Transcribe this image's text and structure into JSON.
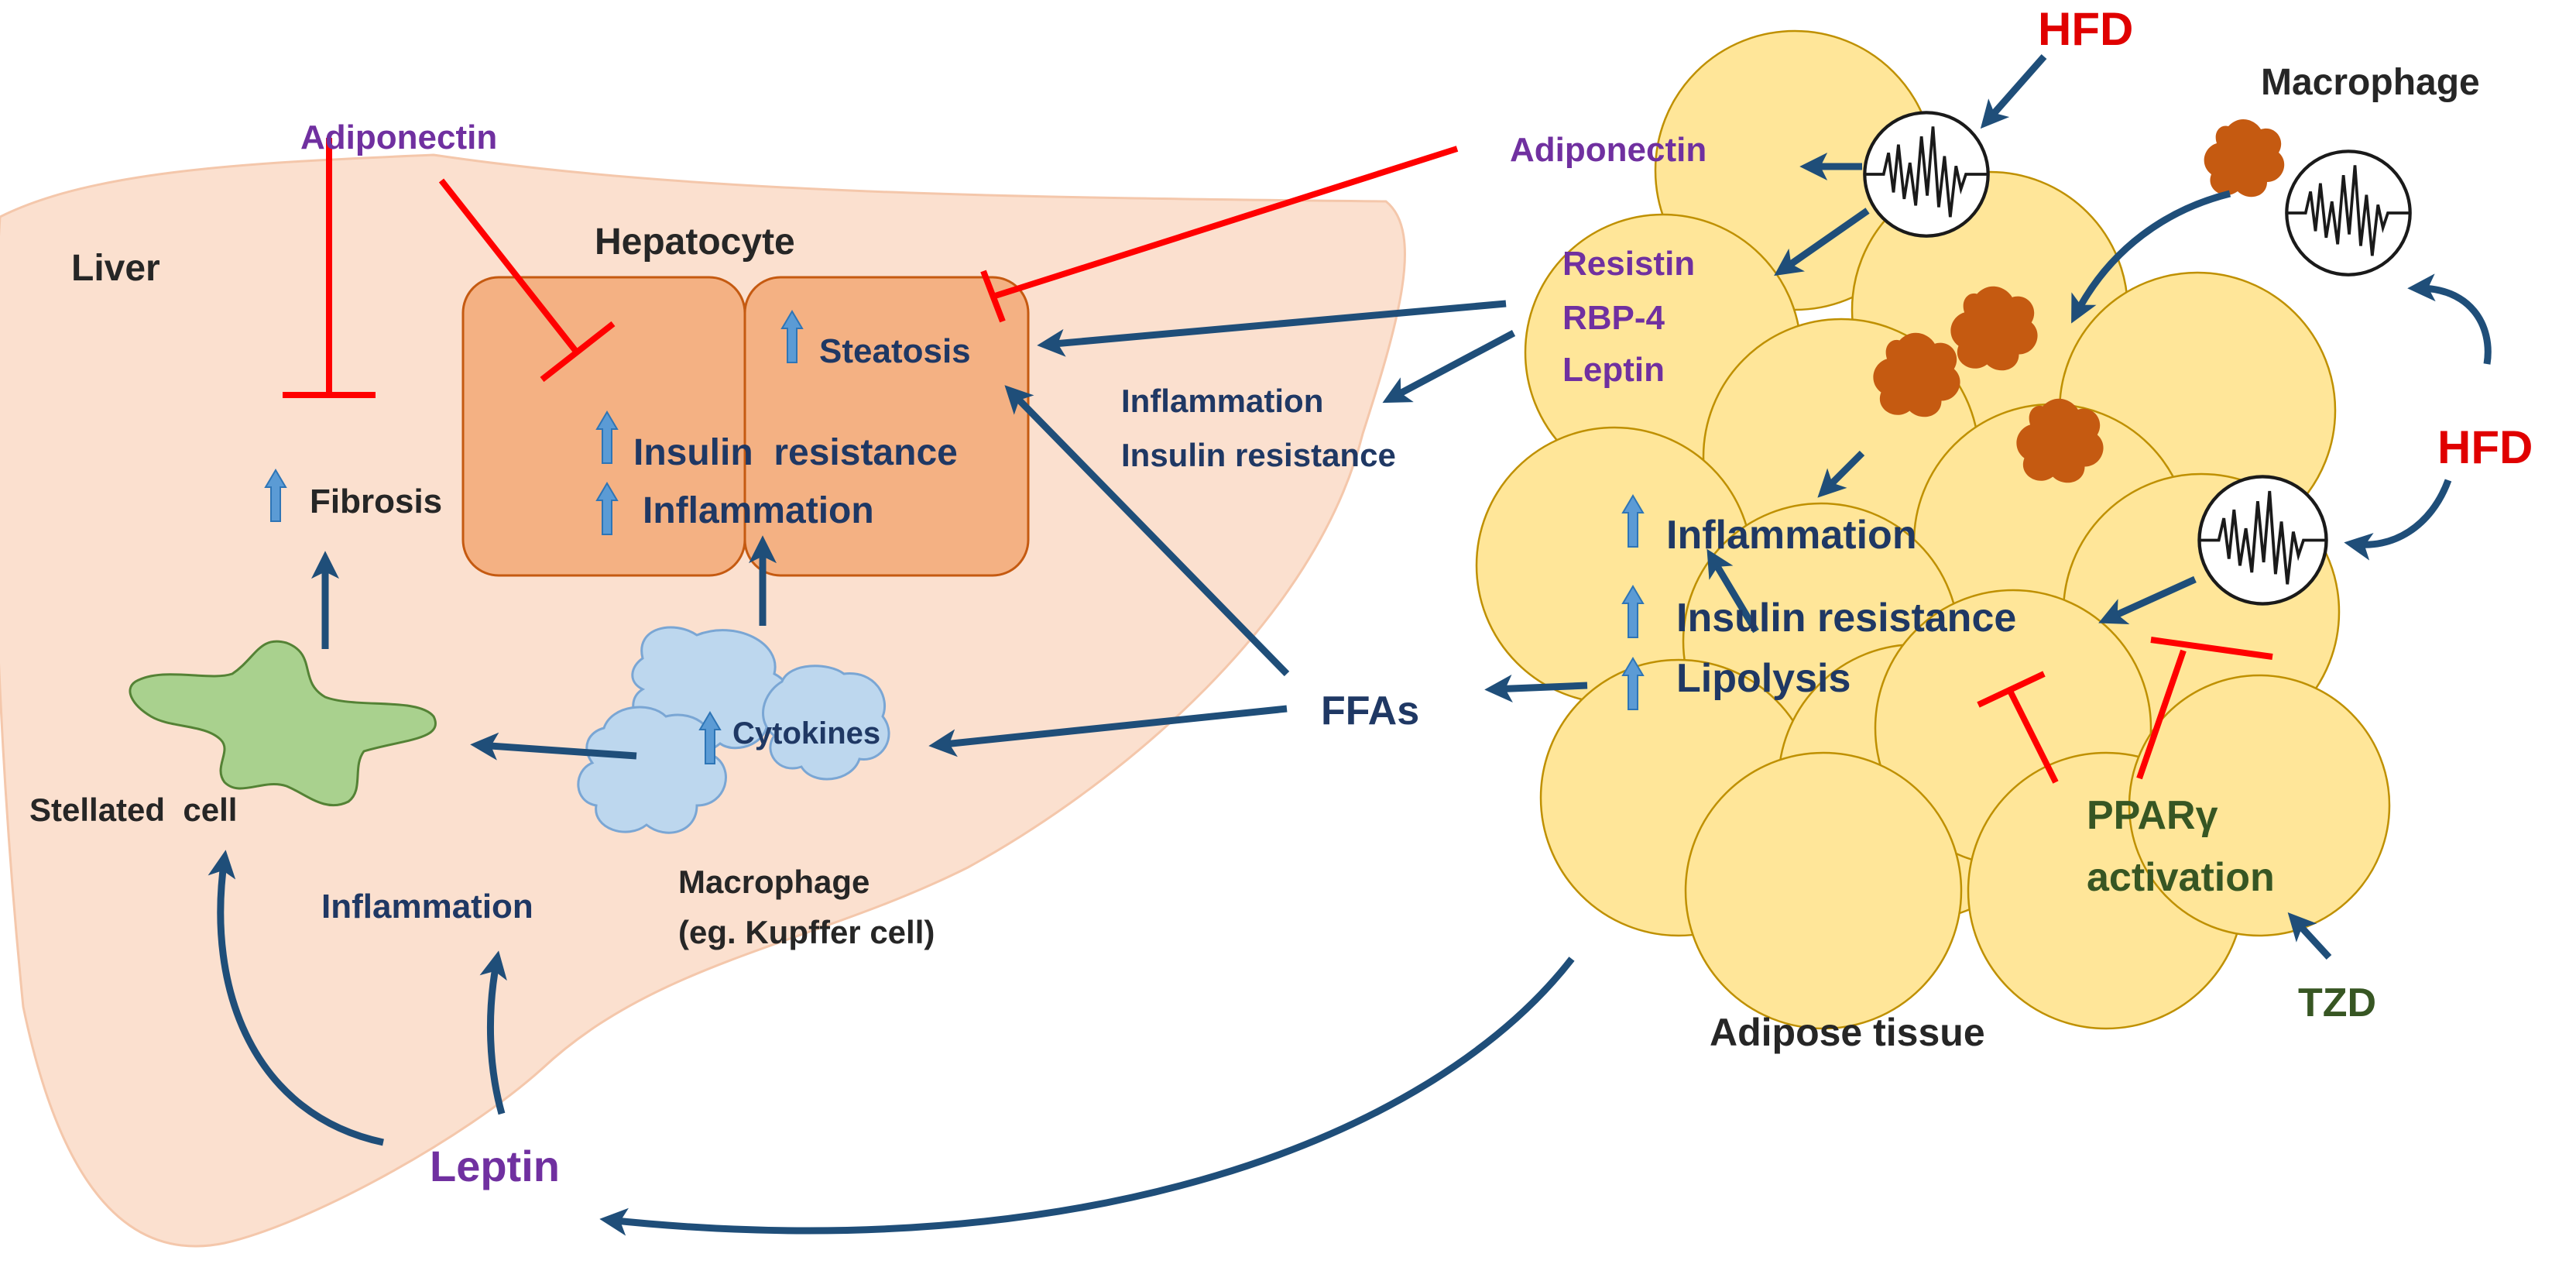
{
  "colors": {
    "liver": "#fbe0cf",
    "hepatocyte": "#f4b183",
    "hepatocyte_border": "#c55a11",
    "adipocyte": "#ffe699",
    "adipocyte_border": "#bf9000",
    "macrophage_adipose": "#c55a11",
    "kupffer": "#bdd7ee",
    "stellate": "#a9d18e",
    "activation_arrow": "#1f4e79",
    "inhibition": "#ff0000",
    "up_arrow": "#5b9bd5"
  },
  "icons": {
    "up_arrow": "up-arrow-icon",
    "signal": "signal-waveform-icon"
  },
  "liver": {
    "title": "Liver",
    "hepatocyte_label": "Hepatocyte",
    "adiponectin": "Adiponectin",
    "fibrosis": "Fibrosis",
    "steatosis": "Steatosis",
    "insulin_resistance": "Insulin  resistance",
    "inflammation": "Inflammation",
    "stellated_cell": "Stellated  cell",
    "cytokines": "Cytokines",
    "macrophage_line1": "Macrophage",
    "macrophage_line2": "(eg. Kupffer cell)",
    "inflammation_low": "Inflammation",
    "leptin": "Leptin"
  },
  "middle": {
    "inflammation": "Inflammation",
    "insulin_resistance": "Insulin resistance",
    "ffas": "FFAs"
  },
  "adipose": {
    "title": "Adipose tissue",
    "hfd_top": "HFD",
    "hfd_right": "HFD",
    "macrophage": "Macrophage",
    "adiponectin": "Adiponectin",
    "resistin": "Resistin",
    "rbp4": "RBP-4",
    "leptin": "Leptin",
    "inflammation": "Inflammation",
    "insulin_resistance": "Insulin resistance",
    "lipolysis": "Lipolysis",
    "ppar_line1": "PPARγ",
    "ppar_line2": "activation",
    "tzd": "TZD"
  }
}
